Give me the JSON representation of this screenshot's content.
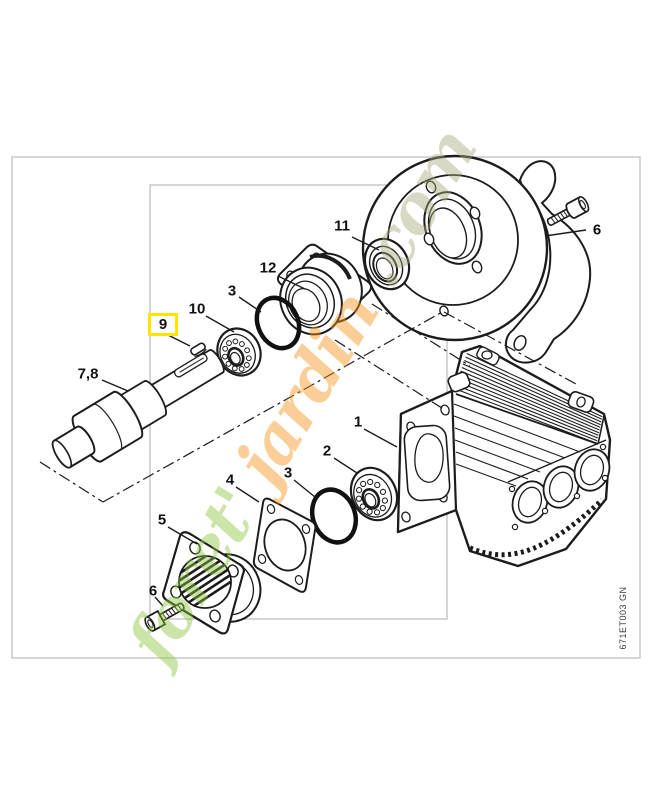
{
  "page": {
    "background": "#ffffff"
  },
  "diagram": {
    "type": "exploded-parts-diagram",
    "drawing_code": "671ET003 GN",
    "border_color": "#c9c9c9",
    "line_color": "#1c1c1c",
    "highlight": {
      "label": "9",
      "box_color": "#ffe500"
    },
    "part_labels": [
      {
        "text": "11"
      },
      {
        "text": "12"
      },
      {
        "text": "3"
      },
      {
        "text": "10"
      },
      {
        "text": "9"
      },
      {
        "text": "7,8"
      },
      {
        "text": "6"
      },
      {
        "text": "1"
      },
      {
        "text": "2"
      },
      {
        "text": "3"
      },
      {
        "text": "4"
      },
      {
        "text": "5"
      },
      {
        "text": "6"
      }
    ],
    "watermark": {
      "opacity": 0.45,
      "segments": [
        {
          "text": "foret'",
          "color": "#8cc63e"
        },
        {
          "text": "jardin",
          "color": "#f7941d"
        },
        {
          "text": ".com",
          "color": "#a9ab7d"
        }
      ]
    }
  }
}
